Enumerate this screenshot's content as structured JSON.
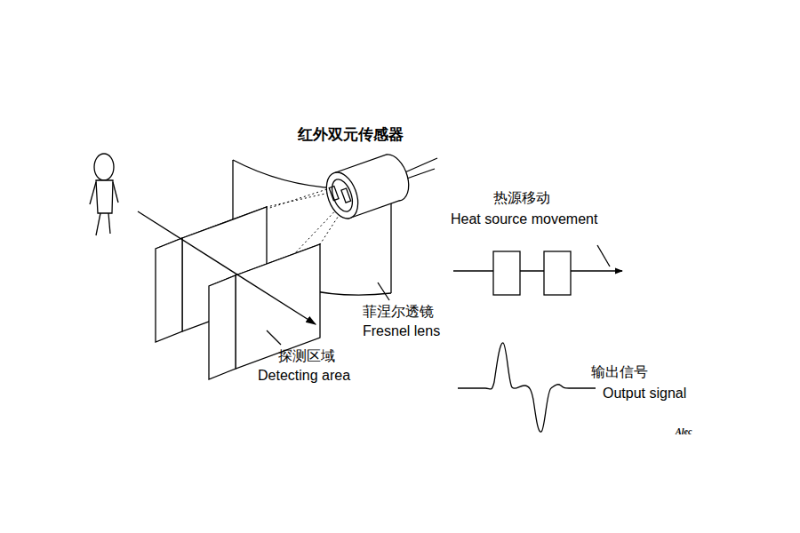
{
  "diagram": {
    "labels": [
      "红外双元传感器",
      "热源移动",
      "Heat source movement",
      "菲涅尔透镜",
      "Fresnel lens",
      "探测区域",
      "Detecting area",
      "输出信号",
      "Output signal",
      "Alec"
    ]
  }
}
